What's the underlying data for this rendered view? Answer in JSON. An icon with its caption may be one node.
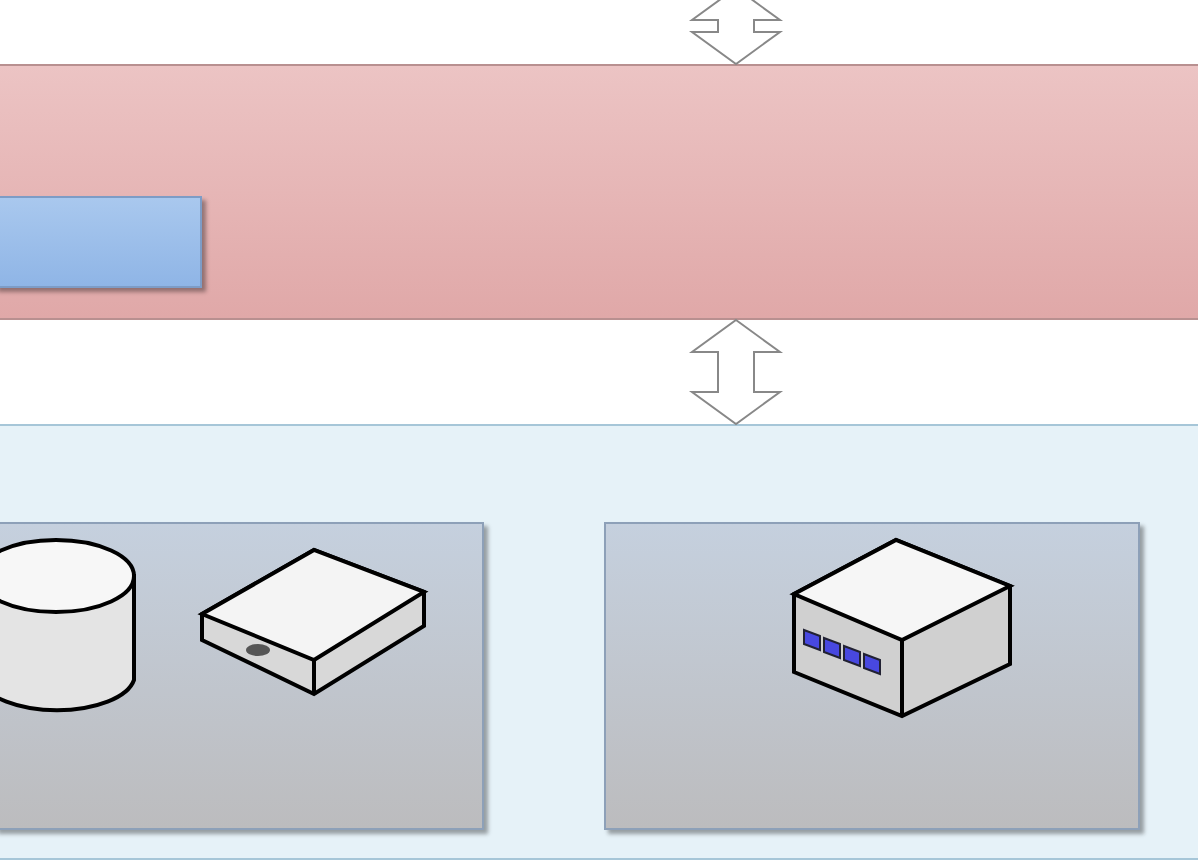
{
  "diagram": {
    "nodes": [
      {
        "text": [],
        "shape": "box"
      },
      {
        "text": [],
        "shape": "box",
        "in": 0
      },
      {
        "text": [],
        "shape": "box"
      },
      {
        "text": [],
        "shape": "box",
        "in": 2
      },
      {
        "text": [],
        "shape": "box",
        "in": 2
      }
    ],
    "edges": [
      {
        "from": null,
        "to": 0,
        "arrow": "both"
      },
      {
        "from": 0,
        "to": 2,
        "arrow": "both"
      }
    ]
  }
}
